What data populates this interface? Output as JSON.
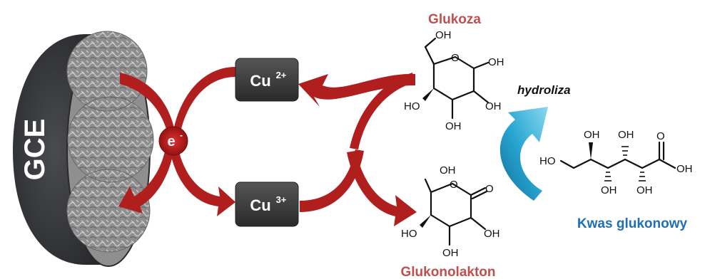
{
  "electrode": {
    "label": "GCE"
  },
  "electron": {
    "symbol": "e",
    "charge": "-"
  },
  "copper_top": {
    "base": "Cu",
    "charge": "2+"
  },
  "copper_bottom": {
    "base": "Cu",
    "charge": "3+"
  },
  "glucose": {
    "title": "Glukoza",
    "groups": {
      "oh_top": "OH",
      "oh_right": "OH",
      "oh_left": "HO",
      "oh_right2": "OH",
      "oh_bottom": "OH"
    }
  },
  "gluconolactone": {
    "title": "Glukonolakton",
    "groups": {
      "oh_top": "OH",
      "o_carbonyl": "O",
      "oh_left": "HO",
      "oh_right": "OH",
      "oh_bottom": "OH"
    }
  },
  "hydrolysis": {
    "label": "hydroliza"
  },
  "gluconic_acid": {
    "title": "Kwas glukonowy",
    "groups": {
      "ho_left": "HO",
      "oh_top1": "OH",
      "oh_top2": "OH",
      "o_acid": "O",
      "oh_acid": "OH",
      "oh_bottom1": "OH",
      "oh_bottom2": "OH"
    }
  },
  "colors": {
    "electrode_body": "#3a3b3e",
    "electrode_face": "#9a9a9a",
    "arrow_red": "#b01e1e",
    "copper_box": "#3b3b3b",
    "title_red": "#c0504d",
    "title_blue": "#1f6fb5",
    "hydrolysis_arrow": "#29a3cc"
  }
}
